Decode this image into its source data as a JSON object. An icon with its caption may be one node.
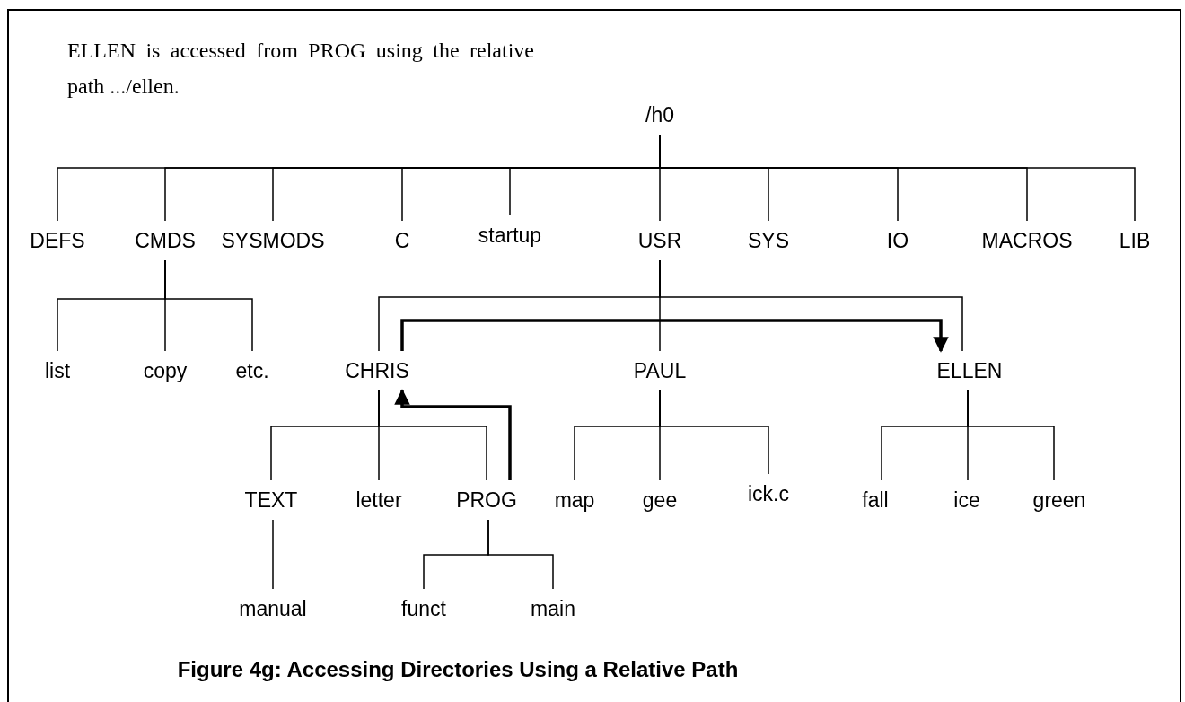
{
  "diagram": {
    "caption": "Figure 4g: Accessing Directories Using a Relative Path",
    "nodes": [
      {
        "text": [
          "/h0"
        ]
      },
      {
        "text": [
          "DEFS"
        ]
      },
      {
        "text": [
          "CMDS"
        ]
      },
      {
        "text": [
          "SYSMODS"
        ]
      },
      {
        "text": [
          "C"
        ]
      },
      {
        "text": [
          "startup"
        ]
      },
      {
        "text": [
          "USR"
        ]
      },
      {
        "text": [
          "SYS"
        ]
      },
      {
        "text": [
          "IO"
        ]
      },
      {
        "text": [
          "MACROS"
        ]
      },
      {
        "text": [
          "LIB"
        ]
      },
      {
        "text": [
          "list"
        ]
      },
      {
        "text": [
          "copy"
        ]
      },
      {
        "text": [
          "etc."
        ]
      },
      {
        "text": [
          "CHRIS"
        ]
      },
      {
        "text": [
          "PAUL"
        ]
      },
      {
        "text": [
          "ELLEN"
        ]
      },
      {
        "text": [
          "TEXT"
        ]
      },
      {
        "text": [
          "letter"
        ]
      },
      {
        "text": [
          "PROG"
        ]
      },
      {
        "text": [
          "map"
        ]
      },
      {
        "text": [
          "gee"
        ]
      },
      {
        "text": [
          "ick.c"
        ]
      },
      {
        "text": [
          "fall"
        ]
      },
      {
        "text": [
          "ice"
        ]
      },
      {
        "text": [
          "green"
        ]
      },
      {
        "text": [
          "manual"
        ]
      },
      {
        "text": [
          "funct"
        ]
      },
      {
        "text": [
          "main"
        ]
      }
    ],
    "edges": [
      {
        "from": 0,
        "to": 1,
        "arrow": "none"
      },
      {
        "from": 0,
        "to": 2,
        "arrow": "none"
      },
      {
        "from": 0,
        "to": 3,
        "arrow": "none"
      },
      {
        "from": 0,
        "to": 4,
        "arrow": "none"
      },
      {
        "from": 0,
        "to": 5,
        "arrow": "none"
      },
      {
        "from": 0,
        "to": 6,
        "arrow": "none"
      },
      {
        "from": 0,
        "to": 7,
        "arrow": "none"
      },
      {
        "from": 0,
        "to": 8,
        "arrow": "none"
      },
      {
        "from": 0,
        "to": 9,
        "arrow": "none"
      },
      {
        "from": 0,
        "to": 10,
        "arrow": "none"
      },
      {
        "from": 2,
        "to": 11,
        "arrow": "none"
      },
      {
        "from": 2,
        "to": 12,
        "arrow": "none"
      },
      {
        "from": 2,
        "to": 13,
        "arrow": "none"
      },
      {
        "from": 6,
        "to": 14,
        "arrow": "none"
      },
      {
        "from": 6,
        "to": 15,
        "arrow": "none"
      },
      {
        "from": 6,
        "to": 16,
        "arrow": "none"
      },
      {
        "from": 14,
        "to": 17,
        "arrow": "none"
      },
      {
        "from": 14,
        "to": 18,
        "arrow": "none"
      },
      {
        "from": 14,
        "to": 19,
        "arrow": "none"
      },
      {
        "from": 15,
        "to": 20,
        "arrow": "none"
      },
      {
        "from": 15,
        "to": 21,
        "arrow": "none"
      },
      {
        "from": 15,
        "to": 22,
        "arrow": "none"
      },
      {
        "from": 16,
        "to": 23,
        "arrow": "none"
      },
      {
        "from": 16,
        "to": 24,
        "arrow": "none"
      },
      {
        "from": 16,
        "to": 25,
        "arrow": "none"
      },
      {
        "from": 17,
        "to": 26,
        "arrow": "none"
      },
      {
        "from": 19,
        "to": 27,
        "arrow": "none"
      },
      {
        "from": 19,
        "to": 28,
        "arrow": "none"
      },
      {
        "from": 14,
        "to": 16,
        "arrow": "to",
        "style": "thick"
      },
      {
        "from": 19,
        "to": 14,
        "arrow": "to",
        "style": "thick"
      }
    ],
    "labels": [
      "ELLEN is accessed from PROG using the relative path .../ellen."
    ]
  }
}
